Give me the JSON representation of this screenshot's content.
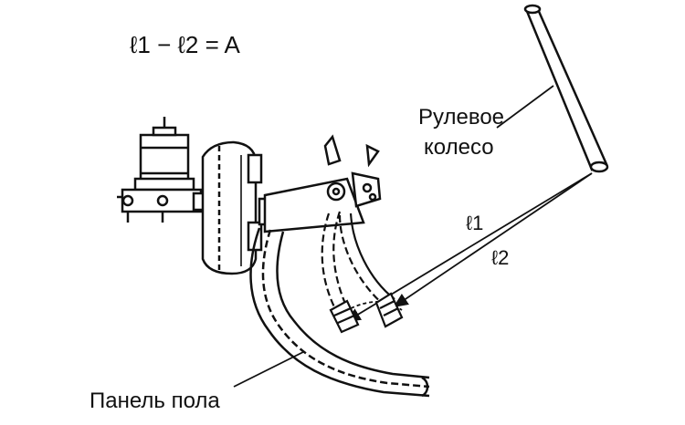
{
  "formula": "ℓ1 − ℓ2 = A",
  "labels": {
    "steering_wheel_line1": "Рулевое",
    "steering_wheel_line2": "колесо",
    "l1": "ℓ1",
    "l2": "ℓ2",
    "floor_panel": "Панель пола"
  },
  "colors": {
    "line": "#111111",
    "background": "#ffffff"
  }
}
